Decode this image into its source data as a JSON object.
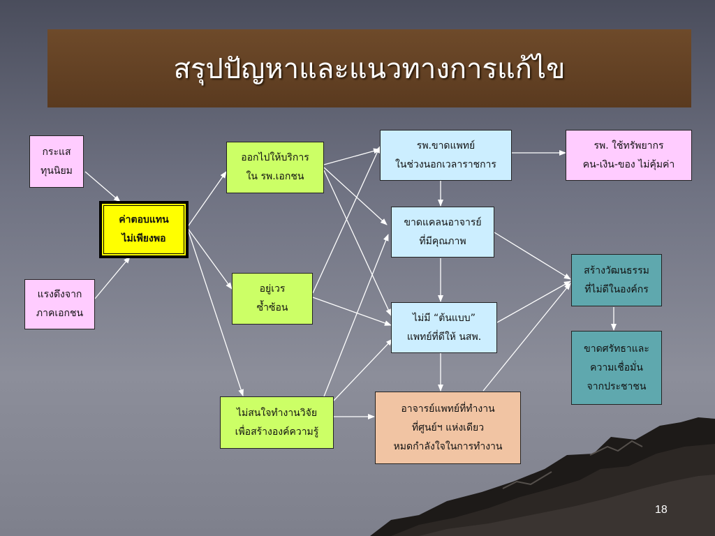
{
  "title": "สรุปปัญหาและแนวทางการแก้ไข",
  "slide_number": "18",
  "boxes": {
    "capitalism": [
      "กระแส",
      "ทุนนิยม"
    ],
    "private_pull": [
      "แรงดึงจาก",
      "ภาคเอกชน"
    ],
    "low_pay": [
      "ค่าตอบแทน",
      "ไม่เพียงพอ"
    ],
    "private_service": [
      "ออกไปให้บริการ",
      "ใน รพ.เอกชน"
    ],
    "duplicate_shifts": [
      "อยู่เวร",
      "ซ้ำซ้อน"
    ],
    "no_research": [
      "ไม่สนใจทำงานวิจัย",
      "เพื่อสร้างองค์ความรู้"
    ],
    "doctor_shortage": [
      "รพ.ขาดแพทย์",
      "ในช่วงนอกเวลาราชการ"
    ],
    "resource_waste": [
      "รพ. ใช้ทรัพยากร",
      "คน-เงิน-ของ ไม่คุ้มค่า"
    ],
    "teacher_shortage": [
      "ขาดแคลนอาจารย์",
      "ที่มีคุณภาพ"
    ],
    "no_role_model": [
      "ไม่มี “ต้นแบบ”",
      "แพทย์ที่ดีให้ นสพ."
    ],
    "demotivated_faculty": [
      "อาจารย์แพทย์ที่ทำงาน",
      "ที่ศูนย์ฯ แห่งเดียว",
      "หมดกำลังใจในการทำงาน"
    ],
    "bad_culture": [
      "สร้างวัฒนธรรม",
      "ที่ไม่ดีในองค์กร"
    ],
    "lost_trust": [
      "ขาดศรัทธาและ",
      "ความเชื่อมั่น",
      "จากประชาชน"
    ]
  },
  "colors": {
    "pink": "#ffccff",
    "green": "#ccff66",
    "blue": "#cceeff",
    "teal": "#5fa8ae",
    "peach": "#f1c4a3",
    "yellow": "#ffff00",
    "title_bg": "#5a3a1f",
    "arrow": "#ffffff"
  }
}
